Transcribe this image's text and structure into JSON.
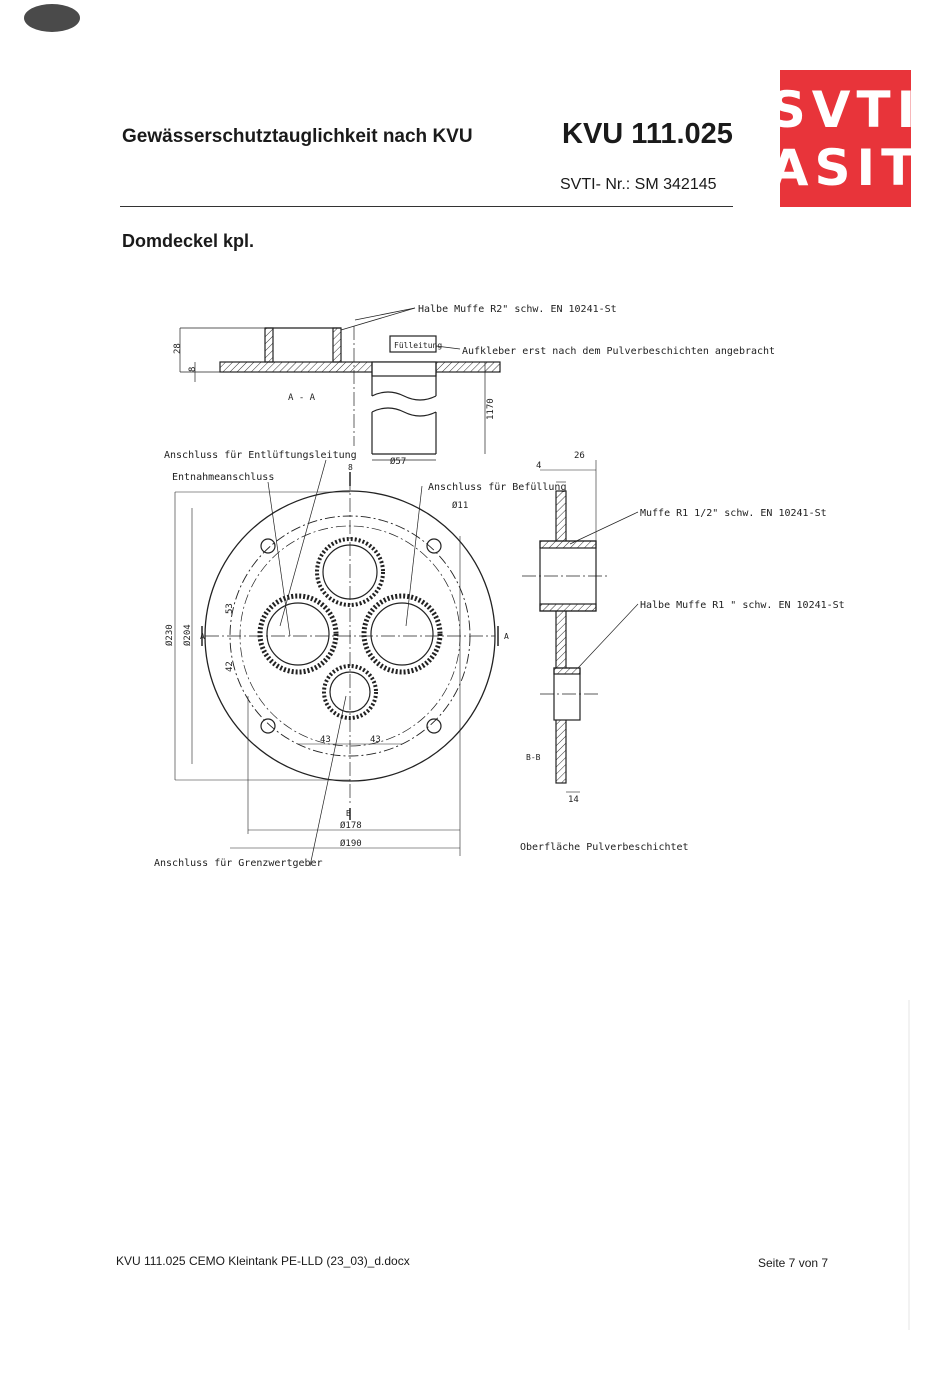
{
  "header": {
    "title": "Gewässerschutztauglichkeit nach KVU",
    "doc_number": "KVU 111.025",
    "svti_nr": "SVTI- Nr.: SM 342145"
  },
  "logo": {
    "line1": "SVTI",
    "line2": "ASIT",
    "color": "#e8343a"
  },
  "section_title": "Domdeckel kpl.",
  "drawing": {
    "labels": {
      "halbe_muffe_r2": "Halbe Muffe R2\" schw. EN 10241-St",
      "fuellleitung": "Fülleitung",
      "aufkleber": "Aufkleber erst nach dem Pulverbeschichten angebracht",
      "section_aa": "A - A",
      "entlueftung": "Anschluss für Entlüftungsleitung",
      "entnahme": "Entnahmeanschluss",
      "befuellung": "Anschluss für Befüllung",
      "muffe_r1_half": "Muffe R1 1/2\" schw. EN 10241-St",
      "halbe_muffe_r1": "Halbe Muffe R1 \" schw. EN 10241-St",
      "section_bb": "B-B",
      "grenzwertgeber": "Anschluss für Grenzwertgeber",
      "oberflaeche": "Oberfläche Pulverbeschichtet",
      "mark_a": "A",
      "mark_b": "B"
    },
    "dimensions": {
      "d28": "28",
      "d8": "8",
      "d1170": "1170",
      "d57": "Ø57",
      "d8b": "8",
      "d11": "Ø11",
      "d4": "4",
      "d26": "26",
      "d53": "53",
      "d42": "42",
      "d230": "Ø230",
      "d204": "Ø204",
      "d43a": "43",
      "d43b": "43",
      "d178": "Ø178",
      "d190": "Ø190",
      "d14": "14"
    }
  },
  "footer": {
    "filename": "KVU 111.025 CEMO Kleintank PE-LLD (23_03)_d.docx",
    "page": "Seite 7 von 7"
  }
}
